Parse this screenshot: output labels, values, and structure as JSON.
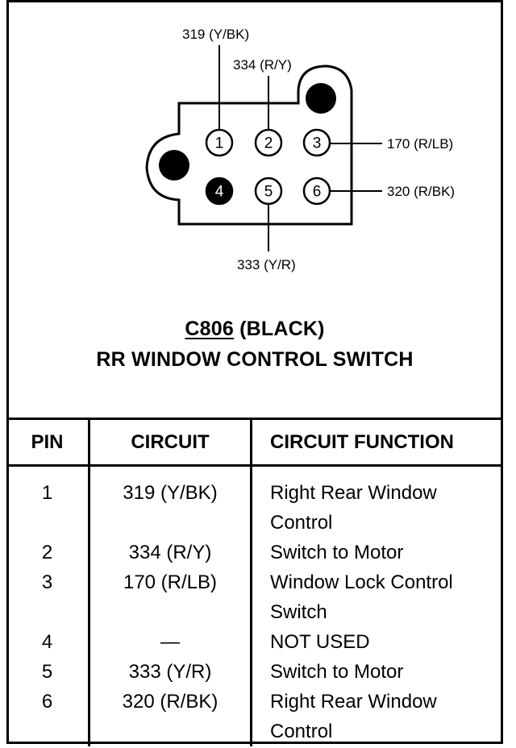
{
  "connector": {
    "id": "C806",
    "color": "(BLACK)",
    "name": "RR WINDOW CONTROL SWITCH"
  },
  "wire_labels": {
    "pin1": "319 (Y/BK)",
    "pin2": "334 (R/Y)",
    "pin3": "170 (R/LB)",
    "pin5": "333 (Y/R)",
    "pin6": "320 (R/BK)"
  },
  "pins": [
    "1",
    "2",
    "3",
    "4",
    "5",
    "6"
  ],
  "table": {
    "headers": {
      "pin": "PIN",
      "circuit": "CIRCUIT",
      "function": "CIRCUIT FUNCTION"
    },
    "rows": [
      {
        "pin": "1",
        "circuit": "319 (Y/BK)",
        "function": "Right Rear Window Control"
      },
      {
        "pin": "2",
        "circuit": "334 (R/Y)",
        "function": "Switch to Motor"
      },
      {
        "pin": "3",
        "circuit": "170 (R/LB)",
        "function": "Window Lock Control Switch"
      },
      {
        "pin": "4",
        "circuit": "—",
        "function": "NOT USED"
      },
      {
        "pin": "5",
        "circuit": "333 (Y/R)",
        "function": "Switch to Motor"
      },
      {
        "pin": "6",
        "circuit": "320 (R/BK)",
        "function": "Right Rear Window Control"
      }
    ]
  }
}
